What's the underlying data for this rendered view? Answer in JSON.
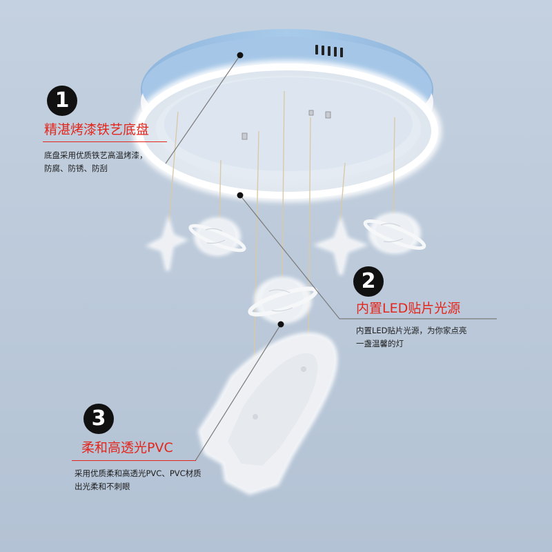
{
  "features": [
    {
      "number": "1",
      "title": "精湛烤漆铁艺底盘",
      "lines": [
        "底盘采用优质铁艺高温烤漆，",
        "防腐、防锈、防刮"
      ]
    },
    {
      "number": "2",
      "title": "内置LED贴片光源",
      "lines": [
        "内置LED贴片光源，为你家点亮",
        "一盏温馨的灯"
      ]
    },
    {
      "number": "3",
      "title": "柔和高透光PVC",
      "lines": [
        "采用优质柔和高透光PVC、PVC材质",
        "出光柔和不刺眼"
      ]
    }
  ],
  "colors": {
    "background": "#b9c7d8",
    "accent_red": "#e3261c",
    "ring_blue": "#9ec1e3",
    "glow_white": "#ffffff"
  },
  "pendants": [
    "star",
    "planet",
    "star",
    "planet",
    "planet",
    "rocket"
  ]
}
